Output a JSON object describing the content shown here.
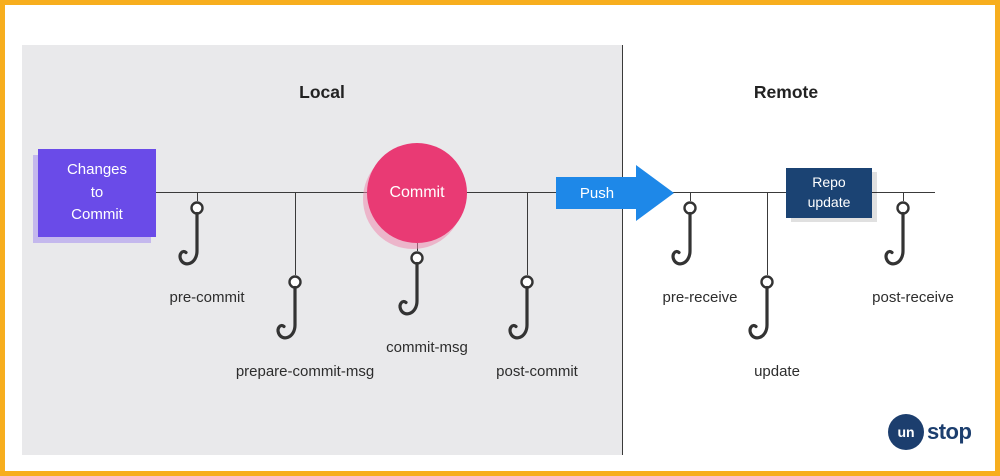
{
  "sections": {
    "local": {
      "title": "Local"
    },
    "remote": {
      "title": "Remote"
    }
  },
  "nodes": {
    "changes_to_commit": {
      "label": "Changes\nto\nCommit"
    },
    "commit": {
      "label": "Commit"
    },
    "push": {
      "label": "Push"
    },
    "repo_update": {
      "label": "Repo\nupdate"
    }
  },
  "hooks": [
    {
      "label": "pre-commit"
    },
    {
      "label": "prepare-commit-msg"
    },
    {
      "label": "commit-msg"
    },
    {
      "label": "post-commit"
    },
    {
      "label": "pre-receive"
    },
    {
      "label": "update"
    },
    {
      "label": "post-receive"
    }
  ],
  "logo": {
    "prefix": "un",
    "suffix": "stop"
  },
  "colors": {
    "frame_border": "#F7AE1E",
    "local_panel_bg": "#E9E9EB",
    "changes_box": "#6A4BE8",
    "commit_circle": "#E93A74",
    "push_arrow": "#1E88E8",
    "repo_update_box": "#1B4373",
    "logo_navy": "#1C3E6E",
    "line": "#3A3A3A"
  }
}
